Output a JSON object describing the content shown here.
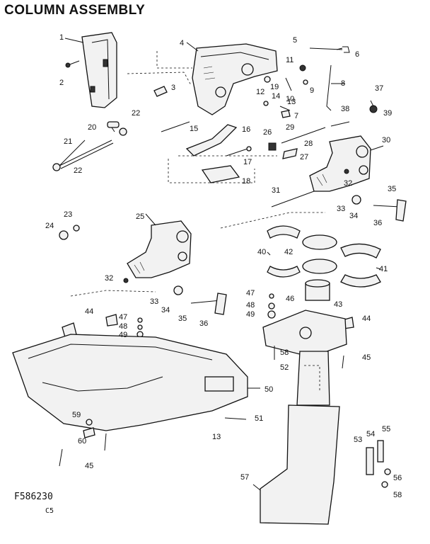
{
  "title": "COLUMN ASSEMBLY",
  "figure_code": "F586230",
  "page_code": "C5",
  "callouts": [
    {
      "id": "c1",
      "text": "1"
    },
    {
      "id": "c2",
      "text": "2"
    },
    {
      "id": "c3",
      "text": "3"
    },
    {
      "id": "c4",
      "text": "4"
    },
    {
      "id": "c5",
      "text": "5"
    },
    {
      "id": "c6",
      "text": "6"
    },
    {
      "id": "c7",
      "text": "7"
    },
    {
      "id": "c8",
      "text": "8"
    },
    {
      "id": "c9",
      "text": "9"
    },
    {
      "id": "c10",
      "text": "10"
    },
    {
      "id": "c11",
      "text": "11"
    },
    {
      "id": "c12",
      "text": "12"
    },
    {
      "id": "c13a",
      "text": "13"
    },
    {
      "id": "c13b",
      "text": "13"
    },
    {
      "id": "c14",
      "text": "14"
    },
    {
      "id": "c15",
      "text": "15"
    },
    {
      "id": "c16",
      "text": "16"
    },
    {
      "id": "c17",
      "text": "17"
    },
    {
      "id": "c18",
      "text": "18"
    },
    {
      "id": "c19",
      "text": "19"
    },
    {
      "id": "c20",
      "text": "20"
    },
    {
      "id": "c21",
      "text": "21"
    },
    {
      "id": "c22a",
      "text": "22"
    },
    {
      "id": "c22b",
      "text": "22"
    },
    {
      "id": "c23",
      "text": "23"
    },
    {
      "id": "c24",
      "text": "24"
    },
    {
      "id": "c25",
      "text": "25"
    },
    {
      "id": "c26",
      "text": "26"
    },
    {
      "id": "c27",
      "text": "27"
    },
    {
      "id": "c28",
      "text": "28"
    },
    {
      "id": "c29",
      "text": "29"
    },
    {
      "id": "c30",
      "text": "30"
    },
    {
      "id": "c31",
      "text": "31"
    },
    {
      "id": "c32a",
      "text": "32"
    },
    {
      "id": "c32b",
      "text": "32"
    },
    {
      "id": "c33a",
      "text": "33"
    },
    {
      "id": "c33b",
      "text": "33"
    },
    {
      "id": "c34a",
      "text": "34"
    },
    {
      "id": "c34b",
      "text": "34"
    },
    {
      "id": "c35a",
      "text": "35"
    },
    {
      "id": "c35b",
      "text": "35"
    },
    {
      "id": "c36a",
      "text": "36"
    },
    {
      "id": "c36b",
      "text": "36"
    },
    {
      "id": "c37",
      "text": "37"
    },
    {
      "id": "c38",
      "text": "38"
    },
    {
      "id": "c39",
      "text": "39"
    },
    {
      "id": "c40",
      "text": "40"
    },
    {
      "id": "c41",
      "text": "41"
    },
    {
      "id": "c42",
      "text": "42"
    },
    {
      "id": "c43",
      "text": "43"
    },
    {
      "id": "c44a",
      "text": "44"
    },
    {
      "id": "c44b",
      "text": "44"
    },
    {
      "id": "c45a",
      "text": "45"
    },
    {
      "id": "c45b",
      "text": "45"
    },
    {
      "id": "c46",
      "text": "46"
    },
    {
      "id": "c47a",
      "text": "47"
    },
    {
      "id": "c47b",
      "text": "47"
    },
    {
      "id": "c48a",
      "text": "48"
    },
    {
      "id": "c48b",
      "text": "48"
    },
    {
      "id": "c49a",
      "text": "49"
    },
    {
      "id": "c49b",
      "text": "49"
    },
    {
      "id": "c50",
      "text": "50"
    },
    {
      "id": "c51",
      "text": "51"
    },
    {
      "id": "c52",
      "text": "52"
    },
    {
      "id": "c53",
      "text": "53"
    },
    {
      "id": "c54",
      "text": "54"
    },
    {
      "id": "c55",
      "text": "55"
    },
    {
      "id": "c56",
      "text": "56"
    },
    {
      "id": "c57",
      "text": "57"
    },
    {
      "id": "c58a",
      "text": "58"
    },
    {
      "id": "c58b",
      "text": "58"
    },
    {
      "id": "c59",
      "text": "59"
    },
    {
      "id": "c60",
      "text": "60"
    }
  ]
}
